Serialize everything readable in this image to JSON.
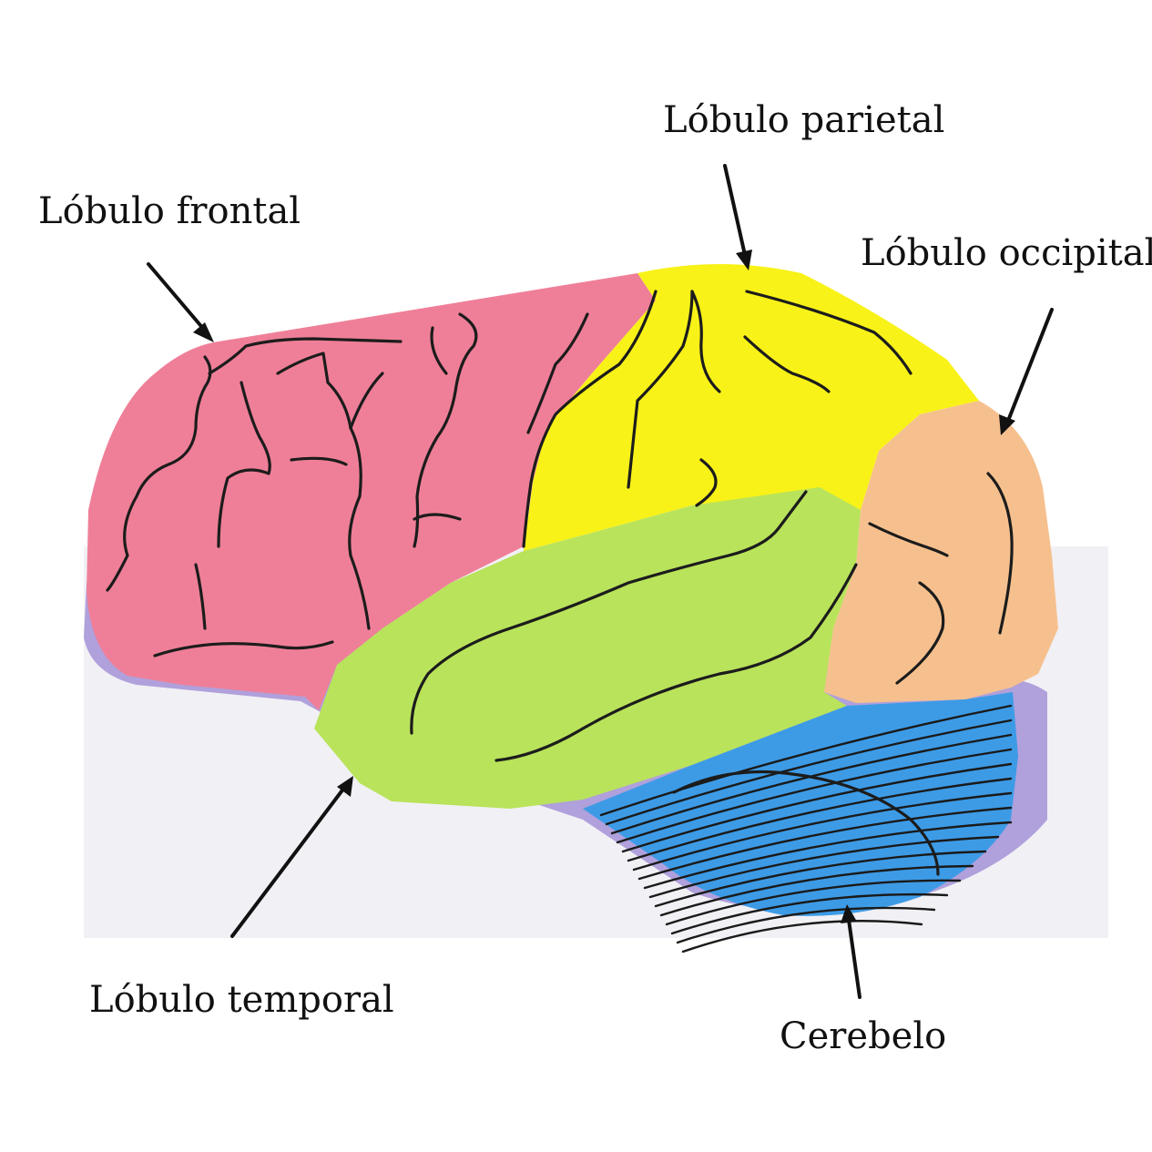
{
  "labels": {
    "frontal": "Lóbulo frontal",
    "parietal": "Lóbulo parietal",
    "occipital": "Lóbulo occipital",
    "temporal": "Lóbulo temporal",
    "cerebelo": "Cerebelo"
  },
  "colors": {
    "frontal": "#ef7f98",
    "parietal": "#f8f218",
    "occipital": "#f6c08e",
    "temporal": "#b9e35b",
    "cerebelo": "#3d9be6",
    "base": "#7a5fc4"
  }
}
